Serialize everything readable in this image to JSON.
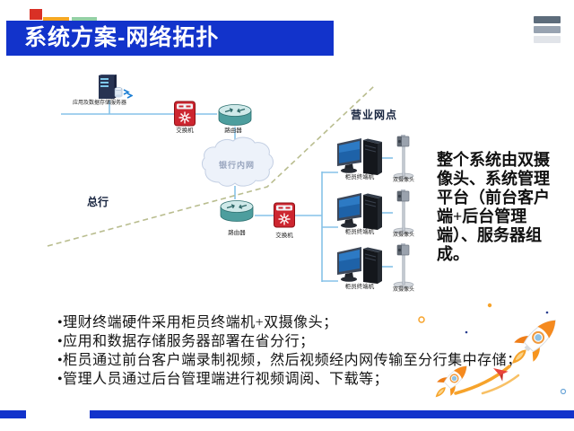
{
  "header": {
    "title": "系统方案-网络拓扑"
  },
  "menu": {
    "icon": "hamburger-menu"
  },
  "diagram": {
    "labels": {
      "server": "应用及数据存储服务器",
      "switch": "交换机",
      "router": "路由器",
      "terminal": "柜员终端机",
      "camera": "双摄像头",
      "cloud": "银行内网",
      "hq_zone": "总行",
      "branch_zone": "营业网点"
    }
  },
  "side_note": {
    "full_text": "整个系统由双摄像头、系统管理平台（前台客户端+后台管理端）、服务器组成。",
    "lines": [
      "整个系统由双摄",
      "像头、系统管理",
      "平台（前台客户",
      "端+后台管理",
      "端）、服务器组",
      "成。"
    ]
  },
  "bullets": {
    "items": [
      "•理财终端硬件采用柜员终端机+双摄像头；",
      "•应用和数据存储服务器部署在省分行；",
      "•柜员通过前台客户端录制视频，然后视频经内网传输至分行集中存储；",
      "•管理人员通过后台管理端进行视频调阅、下载等；"
    ]
  },
  "colors": {
    "header_bar": "#1233cb",
    "footer_bar": "#1233cb",
    "decor_red": "#d93025",
    "decor_orange": "#f6a823",
    "decor_green": "#93d0a5",
    "connector_blue": "#85c2e8",
    "boundary_dash": "#b9bd8f",
    "switch_red": "#cd2630",
    "router_teal": "#4d9e9e",
    "rocket_orange": "#f6a32b"
  }
}
